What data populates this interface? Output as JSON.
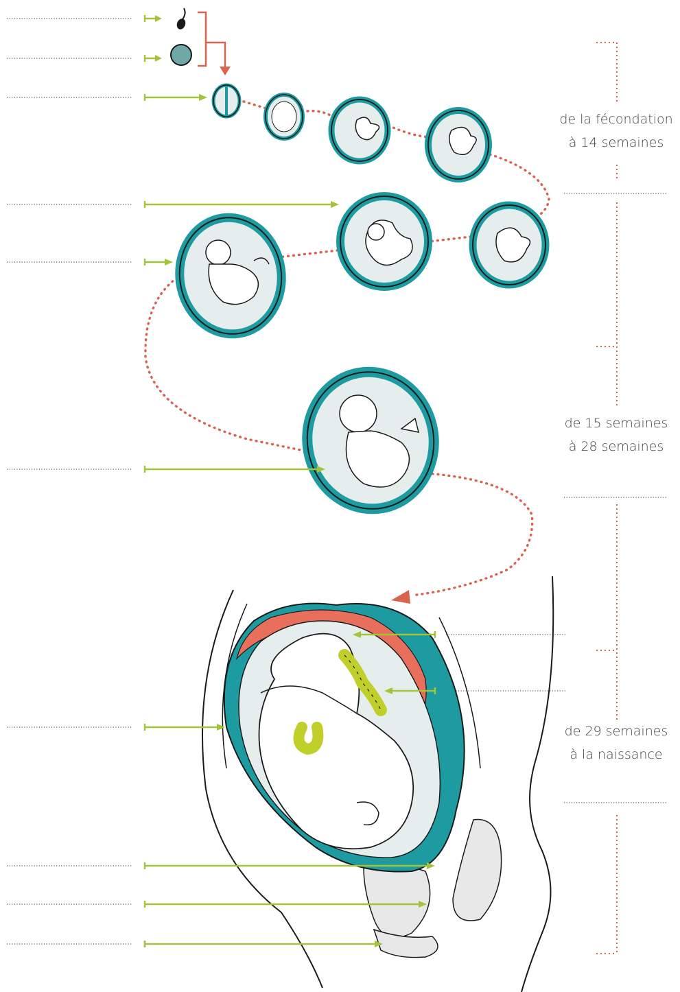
{
  "periods": [
    {
      "line1": "de la fécondation",
      "line2": "à 14 semaines"
    },
    {
      "line1": "de 15 semaines",
      "line2": "à 28 semaines"
    },
    {
      "line1": "de 29 semaines",
      "line2": "à la naissance"
    }
  ],
  "colors": {
    "teal": "#1d9ba0",
    "amniotic_fill": "#e6eeed",
    "placenta": "#e86f5c",
    "cord": "#c1cf2a",
    "pointer": "#a3c43a",
    "path": "#d9634f",
    "ink": "#1a1a1a",
    "egg": "#6fa7a8"
  }
}
